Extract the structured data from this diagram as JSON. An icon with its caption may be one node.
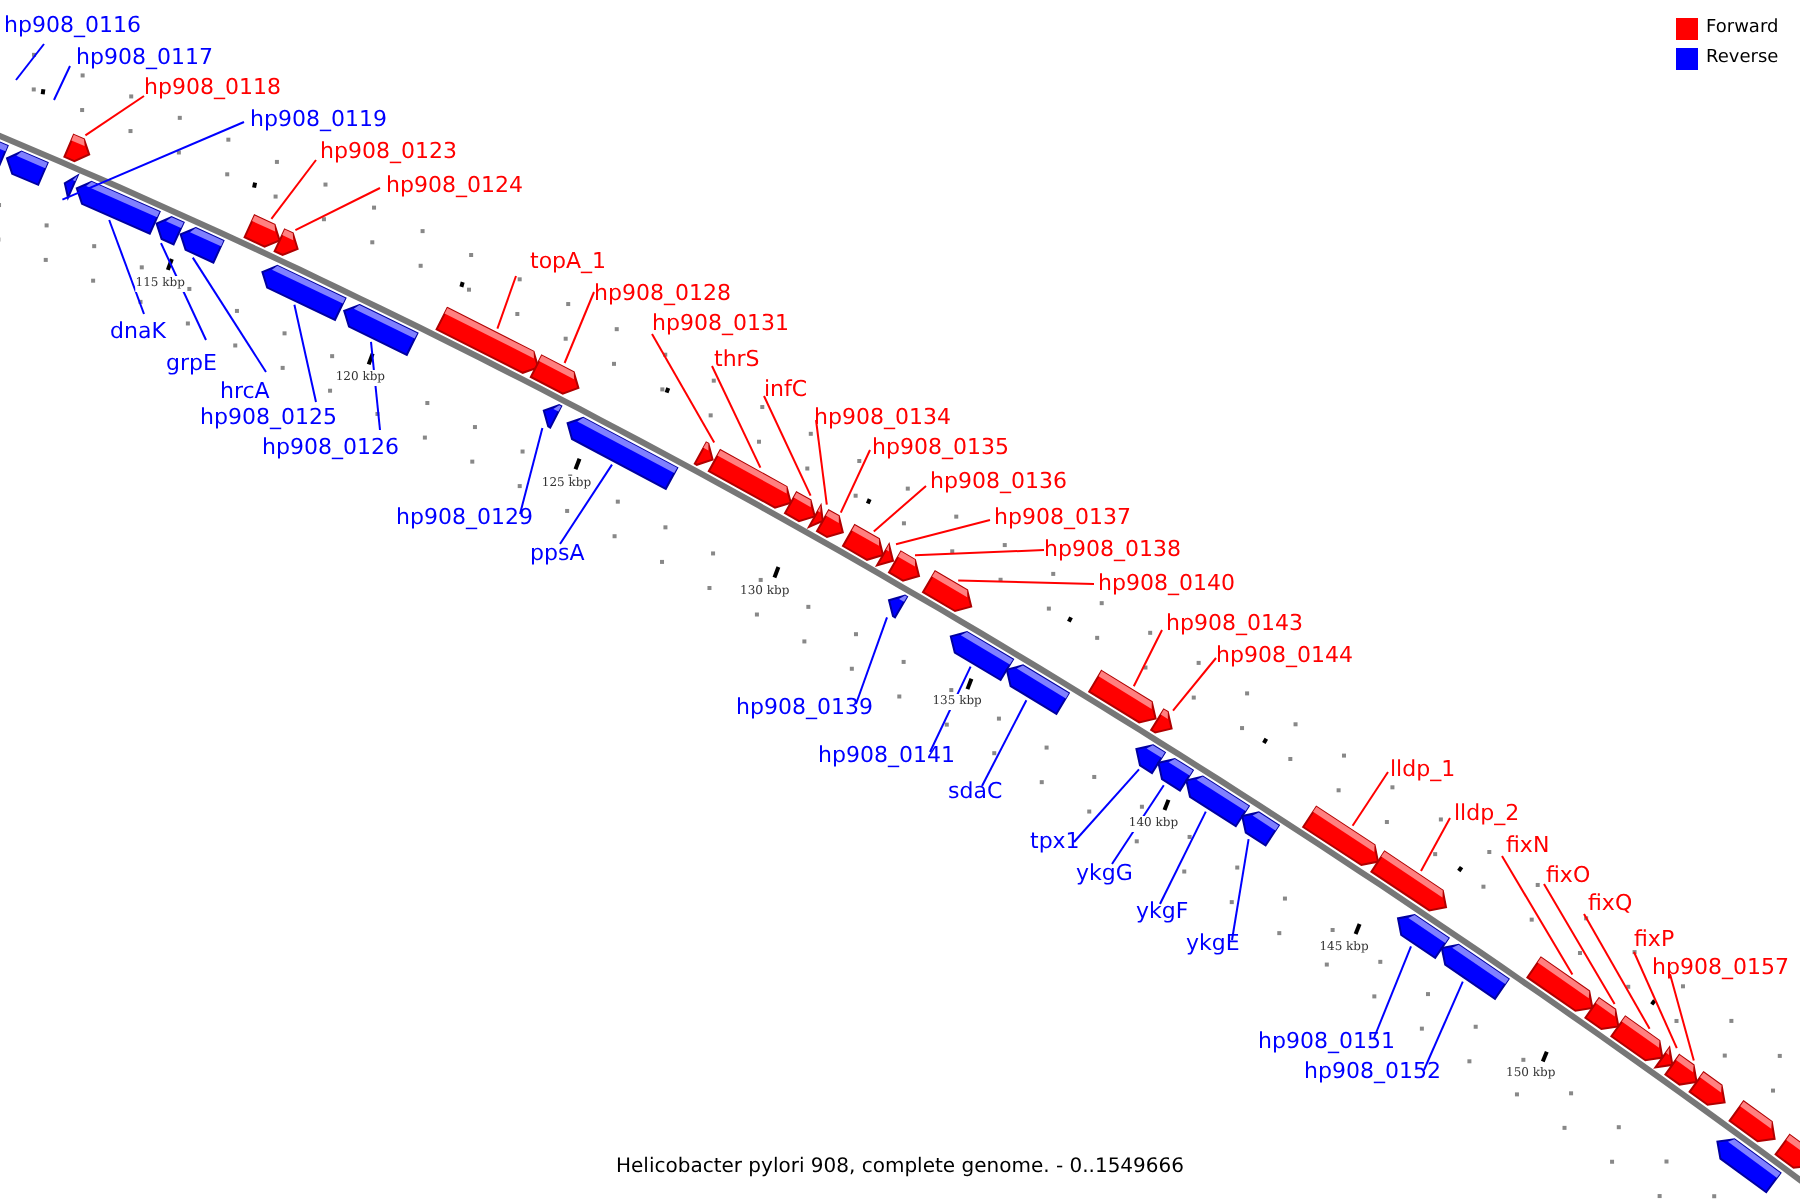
{
  "diagram": {
    "caption": "Helicobacter pylori 908, complete genome. - 0..1549666",
    "nodes": [
      {
        "text": [],
        "shape": "bar"
      },
      {
        "text": [],
        "shape": "bar"
      },
      {
        "text": [
          "hp908_0116"
        ]
      },
      {
        "text": [
          "hp908_0117"
        ]
      },
      {
        "text": [
          "hp908_0118"
        ]
      },
      {
        "text": [],
        "shape": "bar"
      },
      {
        "text": [
          "hp908_0119"
        ]
      },
      {
        "text": [],
        "shape": "bar"
      },
      {
        "text": [
          "hp908_0123"
        ]
      },
      {
        "text": [],
        "shape": "bar"
      },
      {
        "text": [
          "hp908_0124"
        ]
      },
      {
        "text": [],
        "shape": "bar"
      },
      {
        "text": [
          "dnaK"
        ]
      },
      {
        "text": [],
        "shape": "bar"
      },
      {
        "text": [
          "grpE"
        ]
      },
      {
        "text": [],
        "shape": "bar"
      },
      {
        "text": [
          "hrcA"
        ]
      },
      {
        "text": [],
        "shape": "bar"
      },
      {
        "text": [
          "hp908_0125"
        ]
      },
      {
        "text": [],
        "shape": "bar"
      },
      {
        "text": [
          "hp908_0126"
        ]
      },
      {
        "text": [],
        "shape": "bar"
      },
      {
        "text": [
          "topA_1"
        ]
      },
      {
        "text": [],
        "shape": "bar"
      },
      {
        "text": [
          "hp908_0128"
        ]
      },
      {
        "text": [],
        "shape": "bar"
      },
      {
        "text": [
          "hp908_0129"
        ]
      },
      {
        "text": [],
        "shape": "bar"
      },
      {
        "text": [
          "ppsA"
        ]
      },
      {
        "text": [],
        "shape": "bar"
      },
      {
        "text": [
          "hp908_0131"
        ]
      },
      {
        "text": [],
        "shape": "bar"
      },
      {
        "text": [
          "thrS"
        ]
      },
      {
        "text": [],
        "shape": "bar"
      },
      {
        "text": [
          "infC"
        ]
      },
      {
        "text": [],
        "shape": "bar"
      },
      {
        "text": [
          "hp908_0134"
        ]
      },
      {
        "text": [],
        "shape": "bar"
      },
      {
        "text": [
          "hp908_0135"
        ]
      },
      {
        "text": [],
        "shape": "bar"
      },
      {
        "text": [
          "hp908_0136"
        ]
      },
      {
        "text": [],
        "shape": "bar"
      },
      {
        "text": [
          "hp908_0137"
        ]
      },
      {
        "text": [],
        "shape": "bar"
      },
      {
        "text": [
          "hp908_0138"
        ]
      },
      {
        "text": [],
        "shape": "bar"
      },
      {
        "text": [
          "hp908_0140"
        ]
      },
      {
        "text": [],
        "shape": "bar"
      },
      {
        "text": [
          "hp908_0139"
        ]
      },
      {
        "text": [],
        "shape": "bar"
      },
      {
        "text": [
          "hp908_0141"
        ]
      },
      {
        "text": [],
        "shape": "bar"
      },
      {
        "text": [
          "sdaC"
        ]
      },
      {
        "text": [],
        "shape": "bar"
      },
      {
        "text": [
          "hp908_0143"
        ]
      },
      {
        "text": [],
        "shape": "bar"
      },
      {
        "text": [
          "hp908_0144"
        ]
      },
      {
        "text": [],
        "shape": "bar"
      },
      {
        "text": [
          "tpx1"
        ]
      },
      {
        "text": [],
        "shape": "bar"
      },
      {
        "text": [
          "ykgG"
        ]
      },
      {
        "text": [],
        "shape": "bar"
      },
      {
        "text": [
          "ykgF"
        ]
      },
      {
        "text": [],
        "shape": "bar"
      },
      {
        "text": [
          "ykgE"
        ]
      },
      {
        "text": [],
        "shape": "bar"
      },
      {
        "text": [
          "lldp_1"
        ]
      },
      {
        "text": [],
        "shape": "bar"
      },
      {
        "text": [
          "lldp_2"
        ]
      },
      {
        "text": [],
        "shape": "bar"
      },
      {
        "text": [
          "hp908_0151"
        ]
      },
      {
        "text": [],
        "shape": "bar"
      },
      {
        "text": [
          "hp908_0152"
        ]
      },
      {
        "text": [],
        "shape": "bar"
      },
      {
        "text": [
          "fixN"
        ]
      },
      {
        "text": [],
        "shape": "bar"
      },
      {
        "text": [
          "fixO"
        ]
      },
      {
        "text": [],
        "shape": "bar"
      },
      {
        "text": [
          "fixQ"
        ]
      },
      {
        "text": [],
        "shape": "bar"
      },
      {
        "text": [
          "fixP"
        ]
      },
      {
        "text": [],
        "shape": "bar"
      },
      {
        "text": [
          "hp908_0157"
        ]
      },
      {
        "text": [],
        "shape": "bar"
      },
      {
        "text": [],
        "shape": "bar"
      },
      {
        "text": [],
        "shape": "bar"
      },
      {
        "text": [],
        "shape": "bar"
      },
      {
        "text": [],
        "shape": "bar"
      }
    ],
    "edges": [
      {
        "from": 2,
        "to": null,
        "arrow": "none",
        "color": "#0000ff"
      },
      {
        "from": 3,
        "to": null,
        "arrow": "none",
        "color": "#0000ff"
      },
      {
        "from": 4,
        "to": 5,
        "arrow": "none"
      },
      {
        "from": 6,
        "to": 7,
        "arrow": "none",
        "color": "#0000ff"
      },
      {
        "from": 8,
        "to": 9,
        "arrow": "none"
      },
      {
        "from": 10,
        "to": 11,
        "arrow": "none"
      },
      {
        "from": 12,
        "to": 13,
        "arrow": "none",
        "color": "#0000ff"
      },
      {
        "from": 14,
        "to": 15,
        "arrow": "none",
        "color": "#0000ff"
      },
      {
        "from": 16,
        "to": 17,
        "arrow": "none",
        "color": "#0000ff"
      },
      {
        "from": 18,
        "to": 19,
        "arrow": "none",
        "color": "#0000ff"
      },
      {
        "from": 20,
        "to": 21,
        "arrow": "none",
        "color": "#0000ff"
      },
      {
        "from": 22,
        "to": 23,
        "arrow": "none"
      },
      {
        "from": 24,
        "to": 25,
        "arrow": "none"
      },
      {
        "from": 26,
        "to": 27,
        "arrow": "none",
        "color": "#0000ff"
      },
      {
        "from": 28,
        "to": 29,
        "arrow": "none",
        "color": "#0000ff"
      },
      {
        "from": 30,
        "to": 31,
        "arrow": "none"
      },
      {
        "from": 32,
        "to": 33,
        "arrow": "none"
      },
      {
        "from": 34,
        "to": 35,
        "arrow": "none"
      },
      {
        "from": 36,
        "to": 37,
        "arrow": "none"
      },
      {
        "from": 38,
        "to": 39,
        "arrow": "none"
      },
      {
        "from": 40,
        "to": 41,
        "arrow": "none"
      },
      {
        "from": 42,
        "to": 43,
        "arrow": "none"
      },
      {
        "from": 44,
        "to": 45,
        "arrow": "none"
      },
      {
        "from": 46,
        "to": 47,
        "arrow": "none"
      },
      {
        "from": 48,
        "to": 49,
        "arrow": "none",
        "color": "#0000ff"
      },
      {
        "from": 50,
        "to": 51,
        "arrow": "none",
        "color": "#0000ff"
      },
      {
        "from": 52,
        "to": 53,
        "arrow": "none",
        "color": "#0000ff"
      },
      {
        "from": 54,
        "to": 55,
        "arrow": "none"
      },
      {
        "from": 56,
        "to": 57,
        "arrow": "none"
      },
      {
        "from": 58,
        "to": 59,
        "arrow": "none",
        "color": "#0000ff"
      },
      {
        "from": 60,
        "to": 61,
        "arrow": "none",
        "color": "#0000ff"
      },
      {
        "from": 62,
        "to": 63,
        "arrow": "none",
        "color": "#0000ff"
      },
      {
        "from": 64,
        "to": 65,
        "arrow": "none",
        "color": "#0000ff"
      },
      {
        "from": 66,
        "to": 67,
        "arrow": "none"
      },
      {
        "from": 68,
        "to": 69,
        "arrow": "none"
      },
      {
        "from": 70,
        "to": 71,
        "arrow": "none",
        "color": "#0000ff"
      },
      {
        "from": 72,
        "to": 73,
        "arrow": "none",
        "color": "#0000ff"
      },
      {
        "from": 74,
        "to": 75,
        "arrow": "none"
      },
      {
        "from": 76,
        "to": 77,
        "arrow": "none"
      },
      {
        "from": 78,
        "to": 79,
        "arrow": "none"
      },
      {
        "from": 80,
        "to": 81,
        "arrow": "none"
      },
      {
        "from": 82,
        "to": 83,
        "arrow": "none"
      }
    ],
    "labels": [
      "115 kbp",
      "120 kbp",
      "125 kbp",
      "130 kbp",
      "135 kbp",
      "140 kbp",
      "145 kbp",
      "150 kbp"
    ],
    "legend": [
      {
        "text": "Forward",
        "color": "#ff0000"
      },
      {
        "text": "Reverse",
        "color": "#0000ff"
      }
    ]
  }
}
